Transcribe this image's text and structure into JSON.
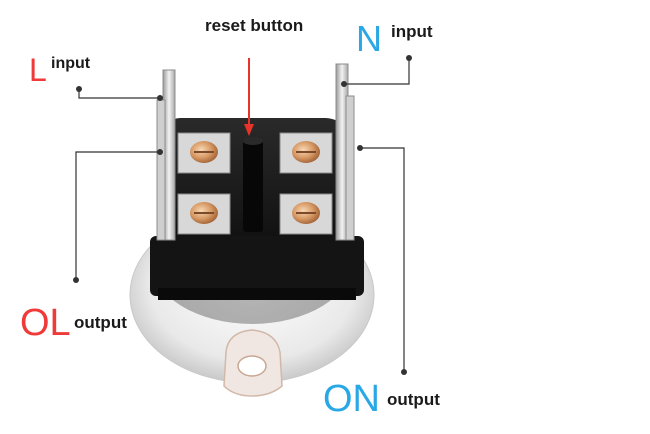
{
  "labels": {
    "reset": "reset button",
    "l_letter": "L",
    "l_word": "input",
    "n_letter": "N",
    "n_word": "input",
    "ol_letter": "OL",
    "ol_word": "output",
    "on_letter": "ON",
    "on_word": "output"
  },
  "colors": {
    "red": "#f03a3a",
    "blue": "#2aa8e6",
    "leader": "#333333",
    "arrow": "#e8332a"
  }
}
